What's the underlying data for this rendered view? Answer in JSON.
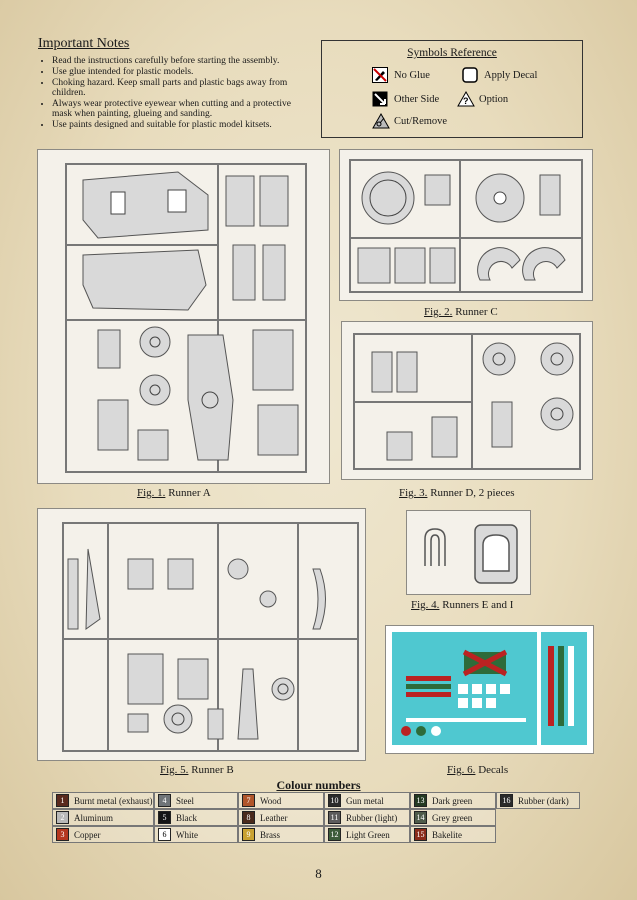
{
  "notes": {
    "title": "Important Notes",
    "items": [
      "Read the instructions carefully before starting the assembly.",
      "Use glue intended for plastic models.",
      "Choking hazard. Keep small parts and plastic bags away from children.",
      "Always wear protective eyewear when cutting and a protective mask when painting, glueing and sanding.",
      "Use paints designed and suitable for plastic model kitsets."
    ]
  },
  "symbols": {
    "title": "Symbols Reference",
    "no_glue": "No Glue",
    "apply_decal": "Apply Decal",
    "other_side": "Other Side",
    "option": "Option",
    "cut_remove": "Cut/Remove"
  },
  "figures": {
    "fig1": {
      "label": "Fig. 1.",
      "text": "Runner A"
    },
    "fig2": {
      "label": "Fig. 2.",
      "text": "Runner C"
    },
    "fig3": {
      "label": "Fig. 3.",
      "text": "Runner D, 2 pieces"
    },
    "fig4": {
      "label": "Fig. 4.",
      "text": "Runners E and I"
    },
    "fig5": {
      "label": "Fig. 5.",
      "text": "Runner B"
    },
    "fig6": {
      "label": "Fig. 6.",
      "text": "Decals"
    }
  },
  "colours": {
    "title": "Colour numbers",
    "items": [
      {
        "n": "1",
        "name": "Burnt metal (exhaust)",
        "color": "#5a2a1e"
      },
      {
        "n": "2",
        "name": "Aluminum",
        "color": "#b9b9b9"
      },
      {
        "n": "3",
        "name": "Copper",
        "color": "#b5371f"
      },
      {
        "n": "4",
        "name": "Steel",
        "color": "#6f7478"
      },
      {
        "n": "5",
        "name": "Black",
        "color": "#151515"
      },
      {
        "n": "6",
        "name": "White",
        "color": "#ffffff"
      },
      {
        "n": "7",
        "name": "Wood",
        "color": "#b0552a"
      },
      {
        "n": "8",
        "name": "Leather",
        "color": "#4a2a1c"
      },
      {
        "n": "9",
        "name": "Brass",
        "color": "#c9a232"
      },
      {
        "n": "10",
        "name": "Gun metal",
        "color": "#2b2b2b"
      },
      {
        "n": "11",
        "name": "Rubber (light)",
        "color": "#5c5c5c"
      },
      {
        "n": "12",
        "name": "Light Green",
        "color": "#3c5c3a"
      },
      {
        "n": "13",
        "name": "Dark green",
        "color": "#243a22"
      },
      {
        "n": "14",
        "name": "Grey green",
        "color": "#4e5b4a"
      },
      {
        "n": "15",
        "name": "Bakelite",
        "color": "#8a2b1a"
      },
      {
        "n": "16",
        "name": "Rubber (dark)",
        "color": "#2a2a2a"
      }
    ]
  },
  "page_number": "8"
}
